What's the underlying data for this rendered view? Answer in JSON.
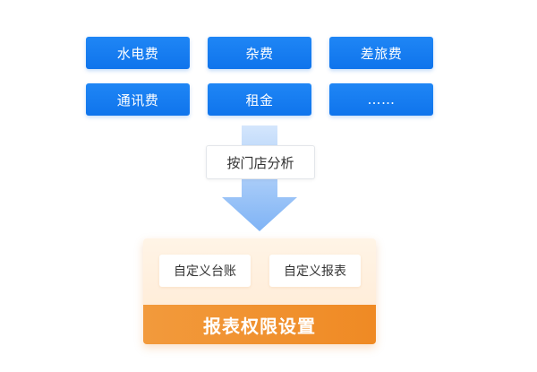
{
  "categories": [
    {
      "label": "水电费"
    },
    {
      "label": "杂费"
    },
    {
      "label": "差旅费"
    },
    {
      "label": "通讯费"
    },
    {
      "label": "租金"
    },
    {
      "label": "……"
    }
  ],
  "analysis": {
    "label": "按门店分析"
  },
  "report": {
    "items": [
      {
        "label": "自定义台账"
      },
      {
        "label": "自定义报表"
      }
    ],
    "permission_label": "报表权限设置"
  },
  "colors": {
    "primary_blue": "#1479f0",
    "arrow_blue": "#8fbdf7",
    "orange": "#f09030",
    "panel_cream": "#fff1e2"
  }
}
